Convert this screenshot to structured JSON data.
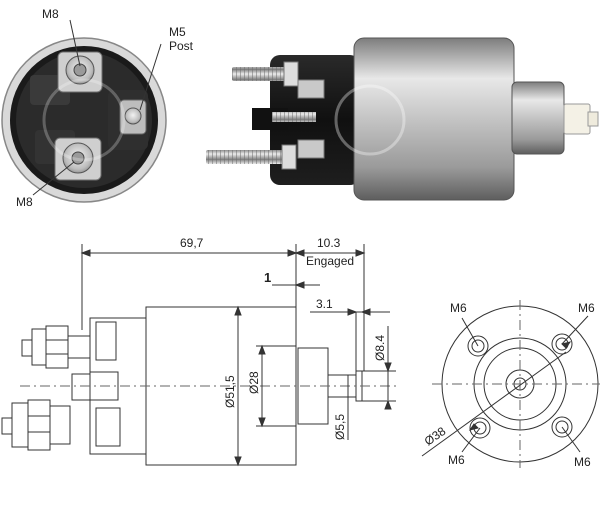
{
  "photo_top": {
    "label_m8_top": "M8",
    "label_m5": "M5",
    "label_post": "Post",
    "label_m8_bottom": "M8"
  },
  "drawing": {
    "dim_length": "69,7",
    "dim_engaged_value": "10.3",
    "dim_engaged_label": "Engaged",
    "dim_gap": "1",
    "dim_plunger_offset": "3.1",
    "dim_body_dia": "Ø51,5",
    "dim_inner_dia": "Ø28",
    "dim_plunger_dia": "Ø8.4",
    "dim_pin_dia": "Ø5,5"
  },
  "end_view": {
    "bolt_labels": [
      "M6",
      "M6",
      "M6",
      "M6"
    ],
    "pitch_dia": "Ø38"
  }
}
